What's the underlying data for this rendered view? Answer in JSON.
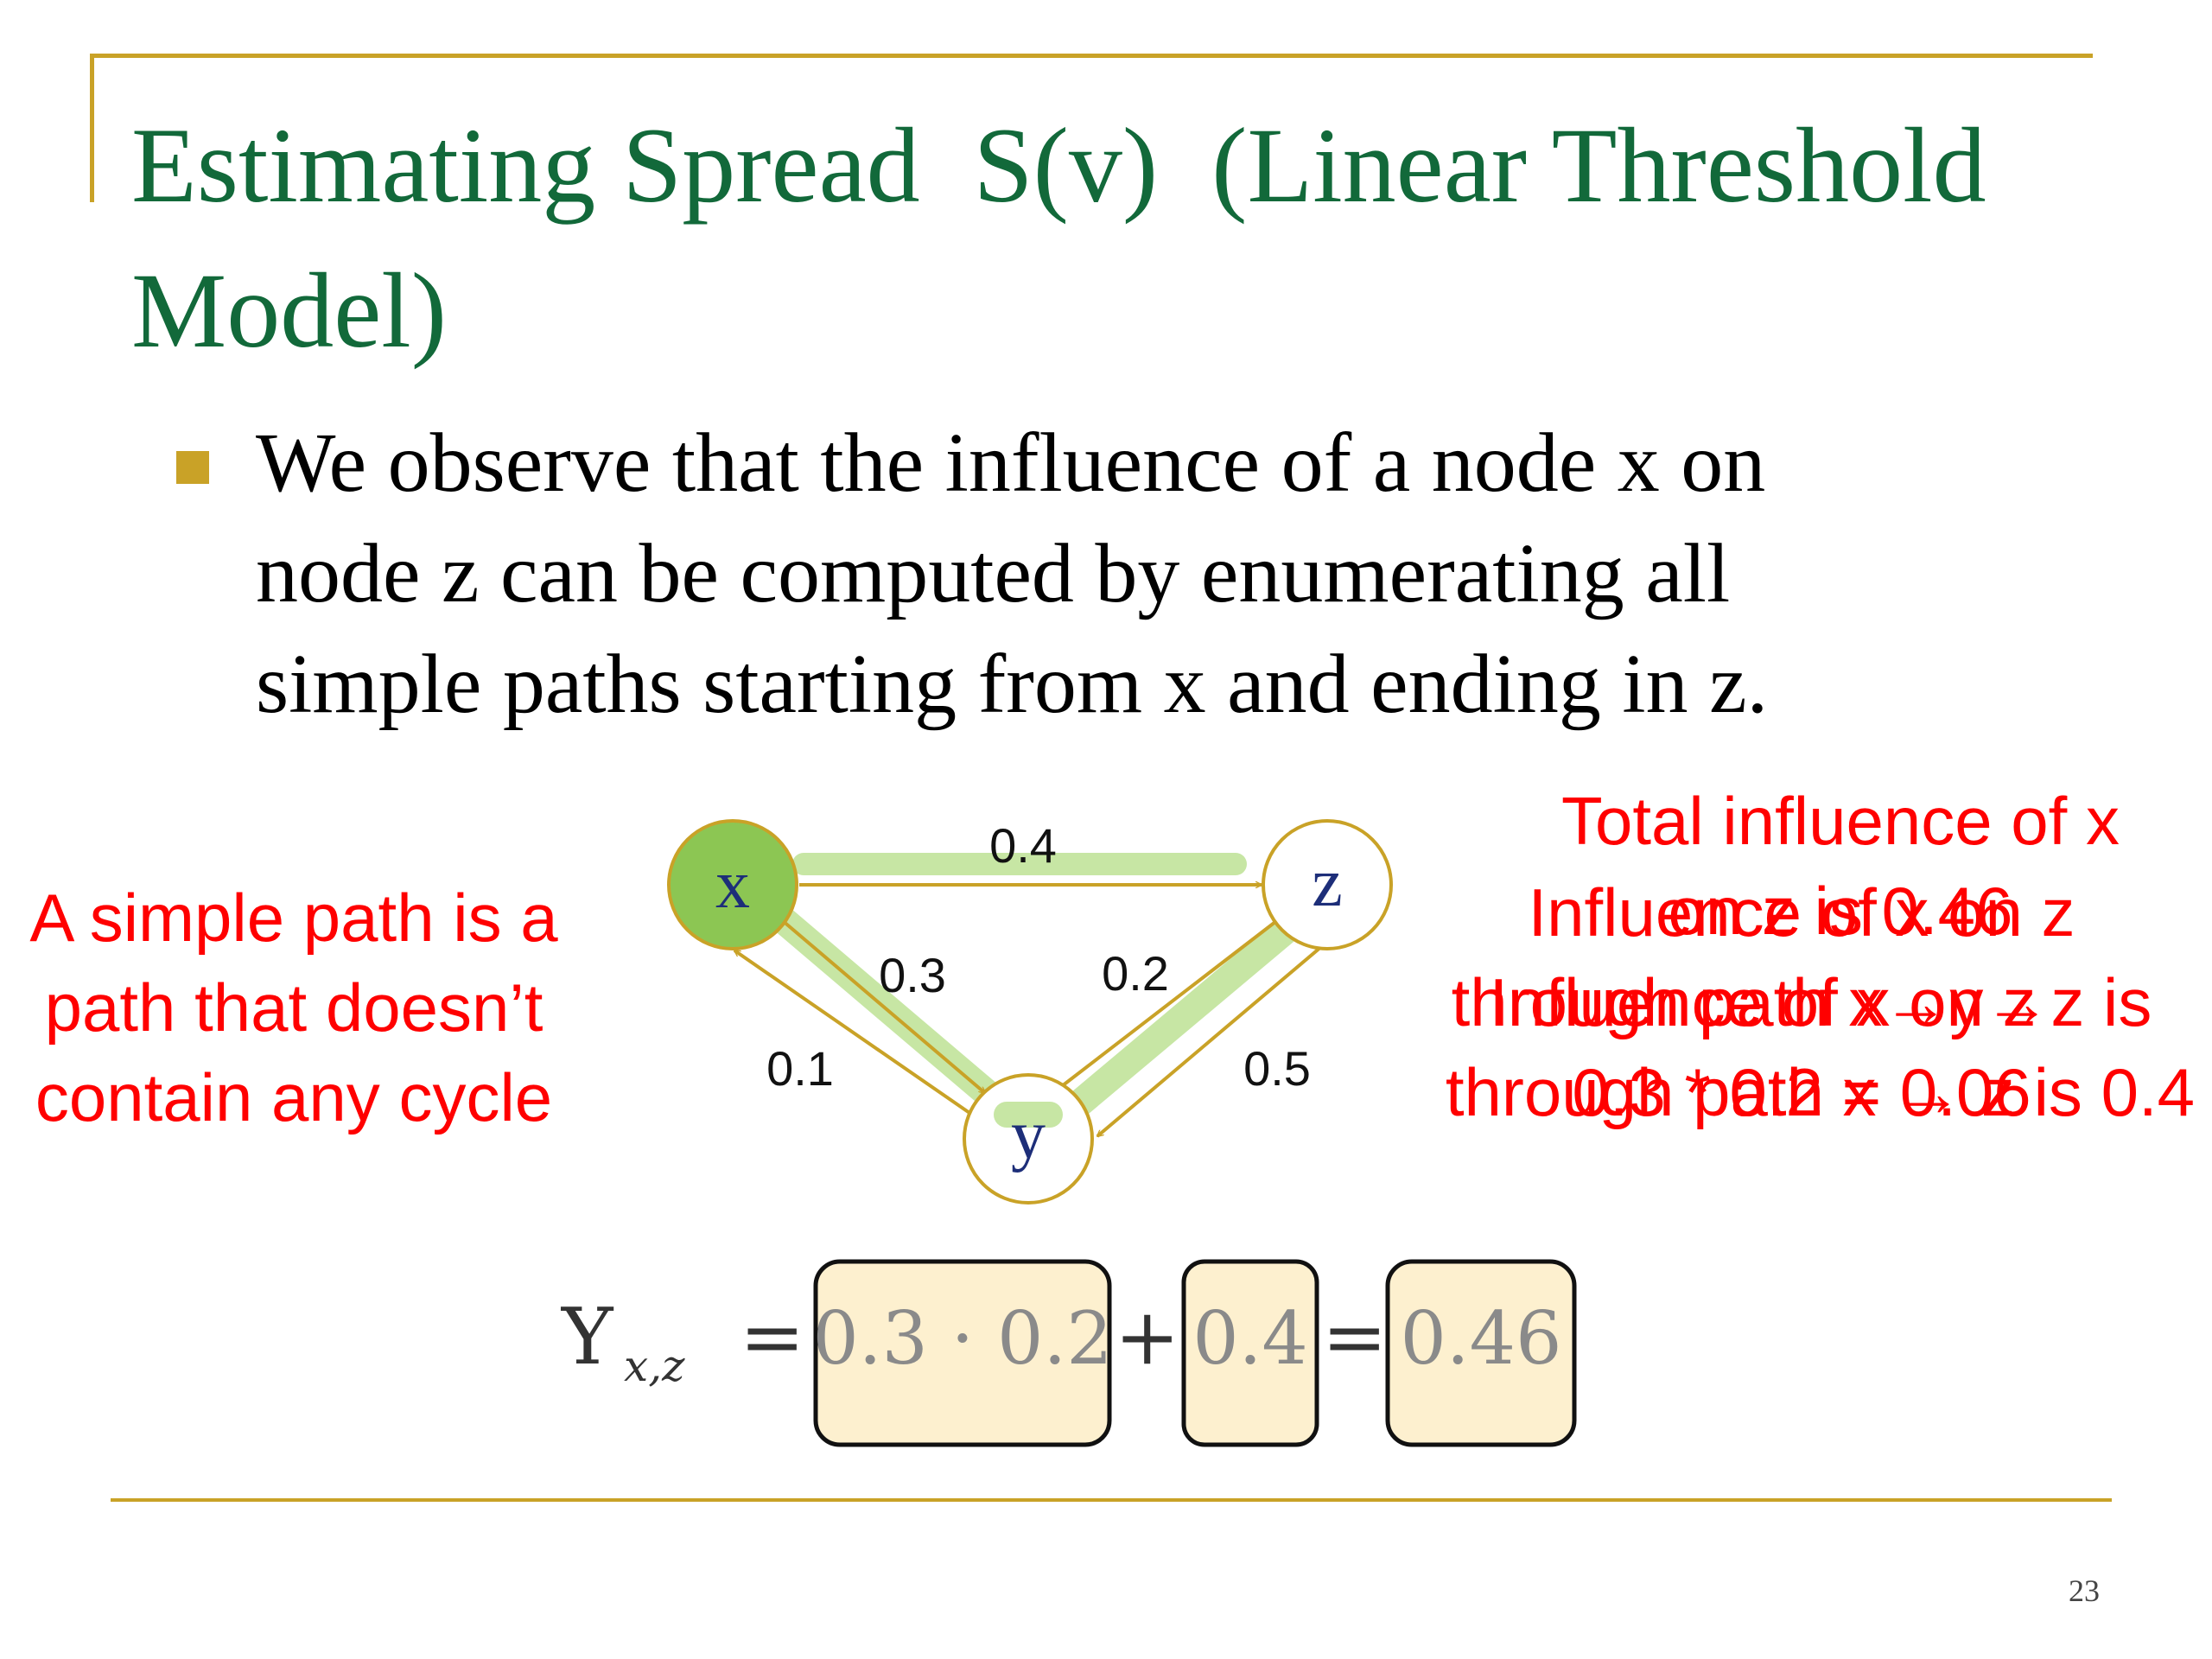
{
  "slide": {
    "title_line1": "Estimating Spread  S(v)  (Linear Threshold",
    "title_line2": "Model)",
    "bullet_lines": [
      "We observe that the influence of a node x on",
      "node z can be computed by enumerating all",
      "simple paths starting from x and ending in z."
    ],
    "page_number": "23"
  },
  "notes": {
    "simple_path": [
      "A simple path is a",
      "path that doesn’t",
      "contain any cycle"
    ],
    "total_influence": [
      "Total influence of x",
      "on z is 0.46"
    ],
    "path_xyz": [
      "Influence of x on z",
      "through path x→y→z is",
      "0.3 * 0.2 = 0.06"
    ],
    "path_xz": [
      "Influence of x on z",
      "through path x → z  is 0.4"
    ]
  },
  "graph": {
    "nodes": {
      "x": "x",
      "y": "y",
      "z": "z"
    },
    "edges": [
      {
        "from": "x",
        "to": "z",
        "weight": "0.4"
      },
      {
        "from": "x",
        "to": "y",
        "weight": "0.3"
      },
      {
        "from": "y",
        "to": "x",
        "weight": "0.1"
      },
      {
        "from": "y",
        "to": "z",
        "weight": "0.2"
      },
      {
        "from": "z",
        "to": "y",
        "weight": "0.5"
      }
    ]
  },
  "formula": {
    "symbol": "Υ",
    "subscript": "x,z",
    "equals": "=",
    "plus": "+",
    "term1": "0.3 · 0.2",
    "term2": "0.4",
    "result": "0.46"
  },
  "colors": {
    "title": "#12693a",
    "accent_rule": "#c9a227",
    "note_red": "#ff0000",
    "node_x_fill": "#8cc653",
    "path_highlight": "#c7e6a4",
    "formula_box_fill": "#fdf0cf"
  }
}
